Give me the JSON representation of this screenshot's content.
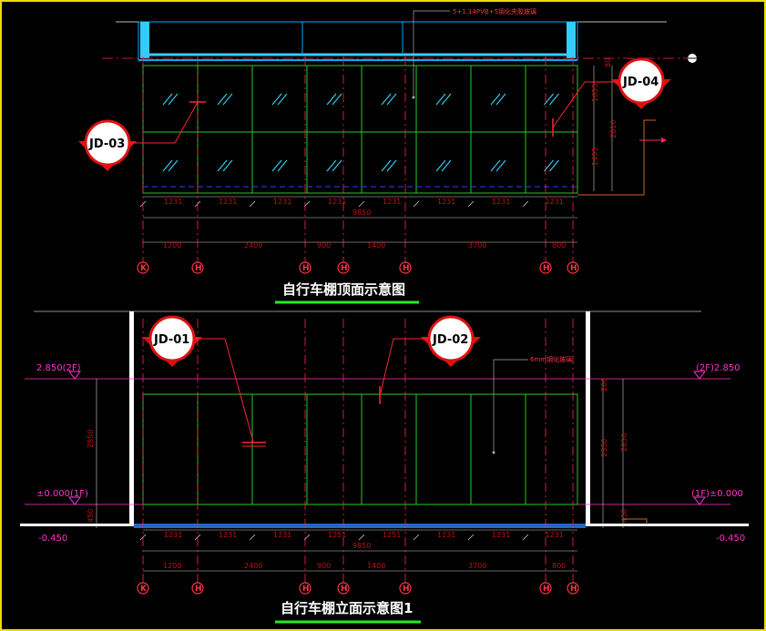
{
  "plan": {
    "title": "自行车棚顶面示意图",
    "top_note": "5+1.14PVB+5钢化夹胶玻璃",
    "dims_top": [
      "1231",
      "1231",
      "1231",
      "1231",
      "1231",
      "1231",
      "1231",
      "1231"
    ],
    "total": "9850",
    "axis_dims": [
      "1200",
      "2400",
      "900",
      "1400",
      "3700",
      "800"
    ],
    "right_dims": [
      "1655",
      "2610",
      "1455"
    ],
    "small_right": "80",
    "callouts": [
      "JD-03",
      "JD-04"
    ]
  },
  "elev": {
    "title": "自行车棚立面示意图1",
    "note": "6mm钢化玻璃",
    "levels": {
      "top_left": "2.850(2F)",
      "top_right": "(2F)2.850",
      "zero_left": "±0.000(1F)",
      "zero_right": "(1F)±0.000",
      "low_left": "-0.450",
      "low_right": "-0.450"
    },
    "dims_top": [
      "1231",
      "1231",
      "1231",
      "1251",
      "1251",
      "1231",
      "1231",
      "1231"
    ],
    "total": "9850",
    "axis_dims": [
      "1200",
      "2400",
      "900",
      "1400",
      "3700",
      "800"
    ],
    "right_dims": [
      "200",
      "2350",
      "2850"
    ],
    "left_dim": "2850",
    "bottom_small": [
      "450",
      "450"
    ],
    "callouts": [
      "JD-01",
      "JD-02"
    ]
  },
  "axis_labels": [
    "K",
    "H",
    "H",
    "H",
    "H",
    "H",
    "H"
  ]
}
